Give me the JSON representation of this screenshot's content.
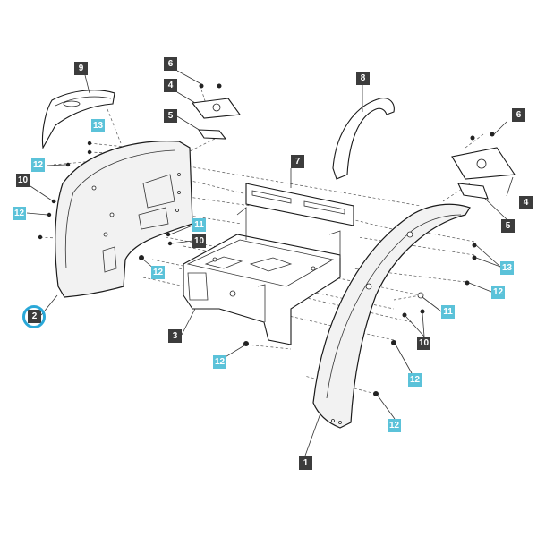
{
  "callouts": [
    {
      "text": "9",
      "style": "dark"
    },
    {
      "text": "6",
      "style": "dark"
    },
    {
      "text": "4",
      "style": "dark"
    },
    {
      "text": "5",
      "style": "dark"
    },
    {
      "text": "8",
      "style": "dark"
    },
    {
      "text": "6",
      "style": "dark"
    },
    {
      "text": "13",
      "style": "cyan"
    },
    {
      "text": "12",
      "style": "cyan"
    },
    {
      "text": "10",
      "style": "dark"
    },
    {
      "text": "12",
      "style": "cyan"
    },
    {
      "text": "7",
      "style": "dark"
    },
    {
      "text": "4",
      "style": "dark"
    },
    {
      "text": "5",
      "style": "dark"
    },
    {
      "text": "11",
      "style": "cyan"
    },
    {
      "text": "10",
      "style": "dark"
    },
    {
      "text": "12",
      "style": "cyan"
    },
    {
      "text": "13",
      "style": "cyan"
    },
    {
      "text": "12",
      "style": "cyan"
    },
    {
      "text": "2",
      "style": "dark"
    },
    {
      "text": "11",
      "style": "cyan"
    },
    {
      "text": "3",
      "style": "dark"
    },
    {
      "text": "10",
      "style": "dark"
    },
    {
      "text": "12",
      "style": "cyan"
    },
    {
      "text": "12",
      "style": "cyan"
    },
    {
      "text": "12",
      "style": "cyan"
    },
    {
      "text": "1",
      "style": "dark"
    }
  ],
  "highlighted_callout": "2",
  "colors": {
    "dark_label": "#3c3c3c",
    "cyan_label": "#5bc2d9",
    "highlight_ring": "#2aa8d8"
  }
}
